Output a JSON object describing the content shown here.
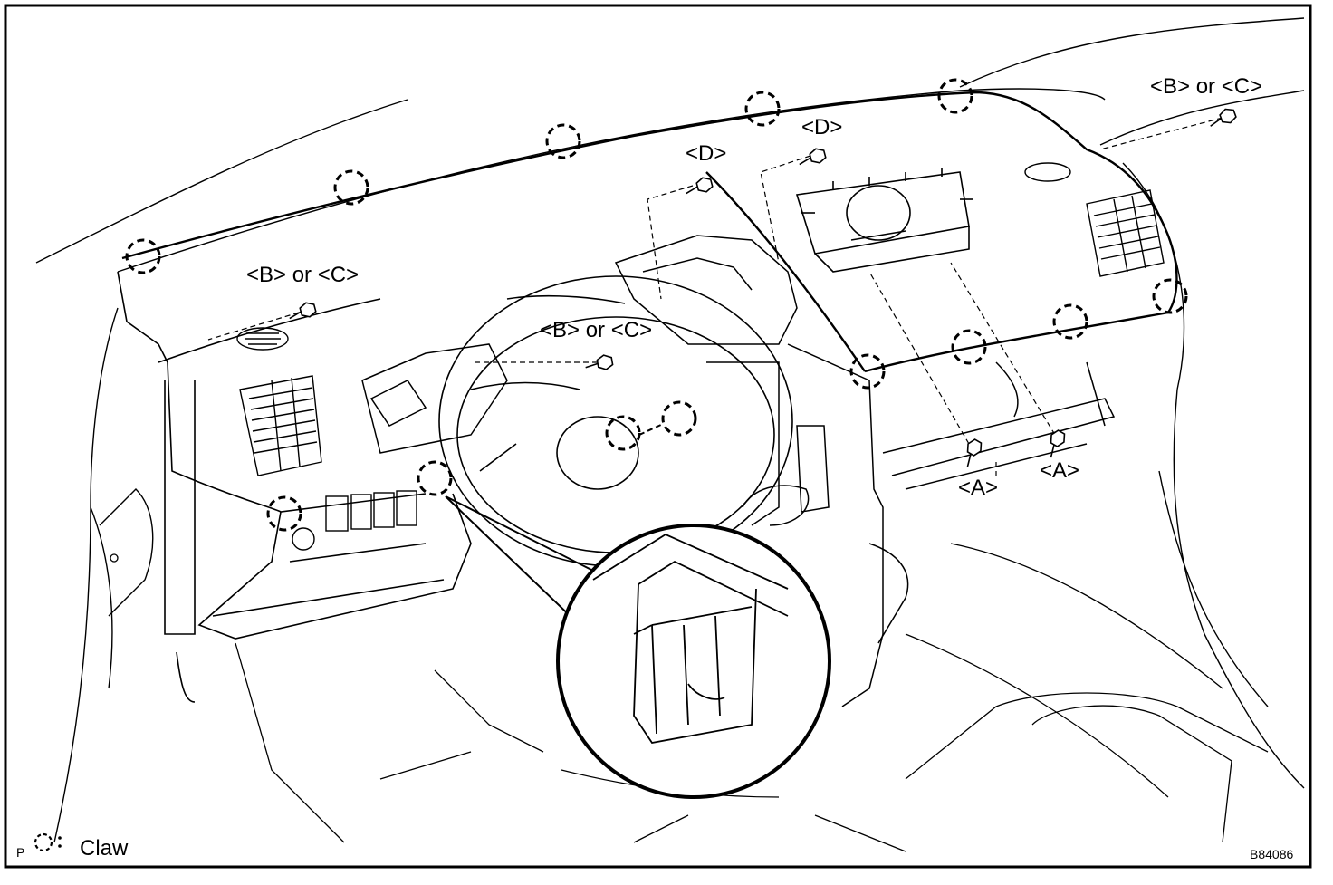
{
  "labels": {
    "bc_top_right": "<B> or <C>",
    "bc_left": "<B> or <C>",
    "bc_center": "<B> or <C>",
    "d_left": "<D>",
    "d_right": "<D>",
    "a_left": "<A>",
    "a_right": "<A>"
  },
  "legend": {
    "prefix": "P",
    "label": "Claw"
  },
  "figure_code": "B84086",
  "colors": {
    "line": "#000000",
    "background": "#ffffff"
  }
}
